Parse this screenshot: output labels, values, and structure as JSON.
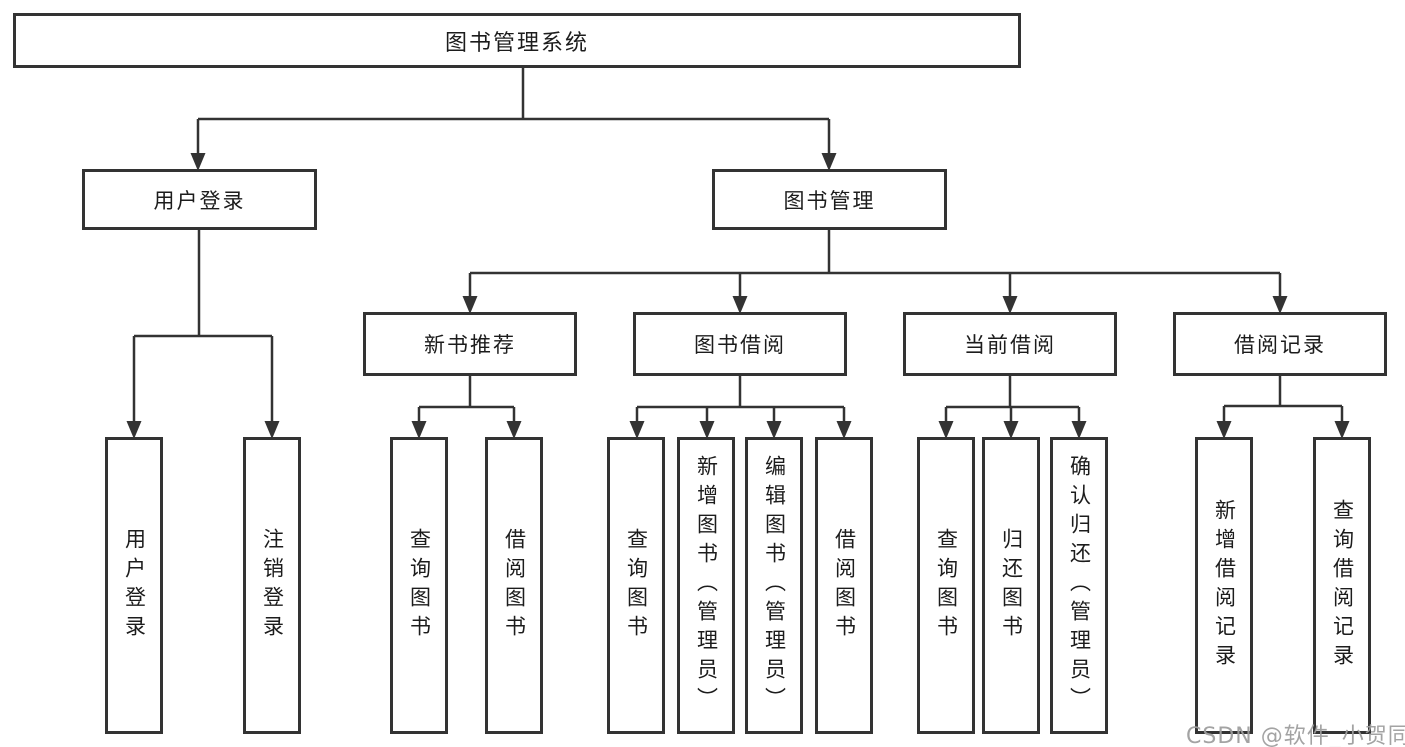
{
  "tree": {
    "root": "图书管理系统",
    "user_login": {
      "label": "用户登录",
      "children": [
        "用户登录",
        "注销登录"
      ]
    },
    "book_management": {
      "label": "图书管理",
      "sections": [
        {
          "label": "新书推荐",
          "children": [
            "查询图书",
            "借阅图书"
          ]
        },
        {
          "label": "图书借阅",
          "children": [
            "查询图书",
            "新增图书（管理员）",
            "编辑图书（管理员）",
            "借阅图书"
          ]
        },
        {
          "label": "当前借阅",
          "children": [
            "查询图书",
            "归还图书",
            "确认归还（管理员）"
          ]
        },
        {
          "label": "借阅记录",
          "children": [
            "新增借阅记录",
            "查询借阅记录"
          ]
        }
      ]
    }
  },
  "watermark": "CSDN @软件_小贺同学",
  "colors": {
    "line": "#333333",
    "border": "#333333",
    "text": "#1c1c1c",
    "background": "#ffffff",
    "watermark": "#9e9e9e"
  }
}
